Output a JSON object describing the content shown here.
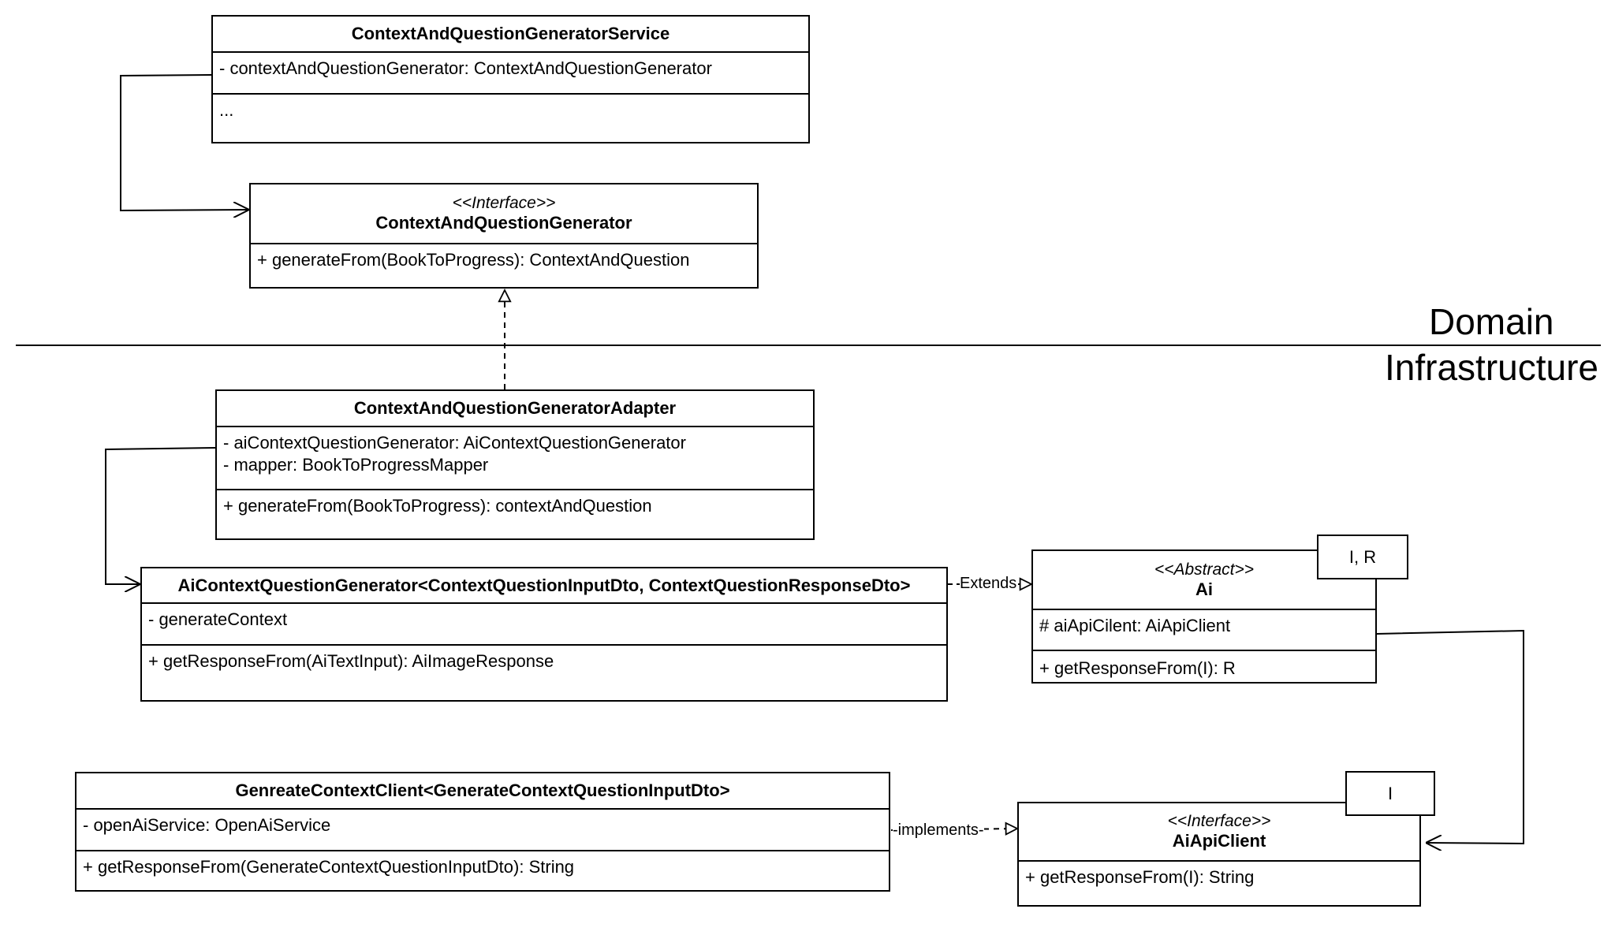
{
  "layers": {
    "domain": "Domain",
    "infrastructure": "Infrastructure"
  },
  "classes": {
    "service": {
      "name": "ContextAndQuestionGeneratorService",
      "attributes": [
        "- contextAndQuestionGenerator: ContextAndQuestionGenerator"
      ],
      "methods": [
        "..."
      ]
    },
    "generator_interface": {
      "stereotype": "<<Interface>>",
      "name": "ContextAndQuestionGenerator",
      "methods": [
        "+ generateFrom(BookToProgress): ContextAndQuestion"
      ]
    },
    "adapter": {
      "name": "ContextAndQuestionGeneratorAdapter",
      "attributes": [
        "- aiContextQuestionGenerator: AiContextQuestionGenerator",
        "- mapper: BookToProgressMapper"
      ],
      "methods": [
        "+ generateFrom(BookToProgress): contextAndQuestion"
      ]
    },
    "ai_context": {
      "name": "AiContextQuestionGenerator<ContextQuestionInputDto, ContextQuestionResponseDto>",
      "attributes": [
        "- generateContext"
      ],
      "methods": [
        "+ getResponseFrom(AiTextInput): AiImageResponse"
      ]
    },
    "ai_abstract": {
      "stereotype": "<<Abstract>>",
      "name": "Ai",
      "template": "I, R",
      "attributes": [
        "# aiApiCilent: AiApiClient"
      ],
      "methods": [
        "+ getResponseFrom(I): R"
      ]
    },
    "context_client": {
      "name": "GenreateContextClient<GenerateContextQuestionInputDto>",
      "attributes": [
        "- openAiService: OpenAiService"
      ],
      "methods": [
        "+ getResponseFrom(GenerateContextQuestionInputDto): String"
      ]
    },
    "api_client": {
      "stereotype": "<<Interface>>",
      "name": "AiApiClient",
      "template": "I",
      "methods": [
        "+ getResponseFrom(I): String"
      ]
    }
  },
  "relations": {
    "extends_label": "Extends",
    "implements_label": "-implements-"
  }
}
